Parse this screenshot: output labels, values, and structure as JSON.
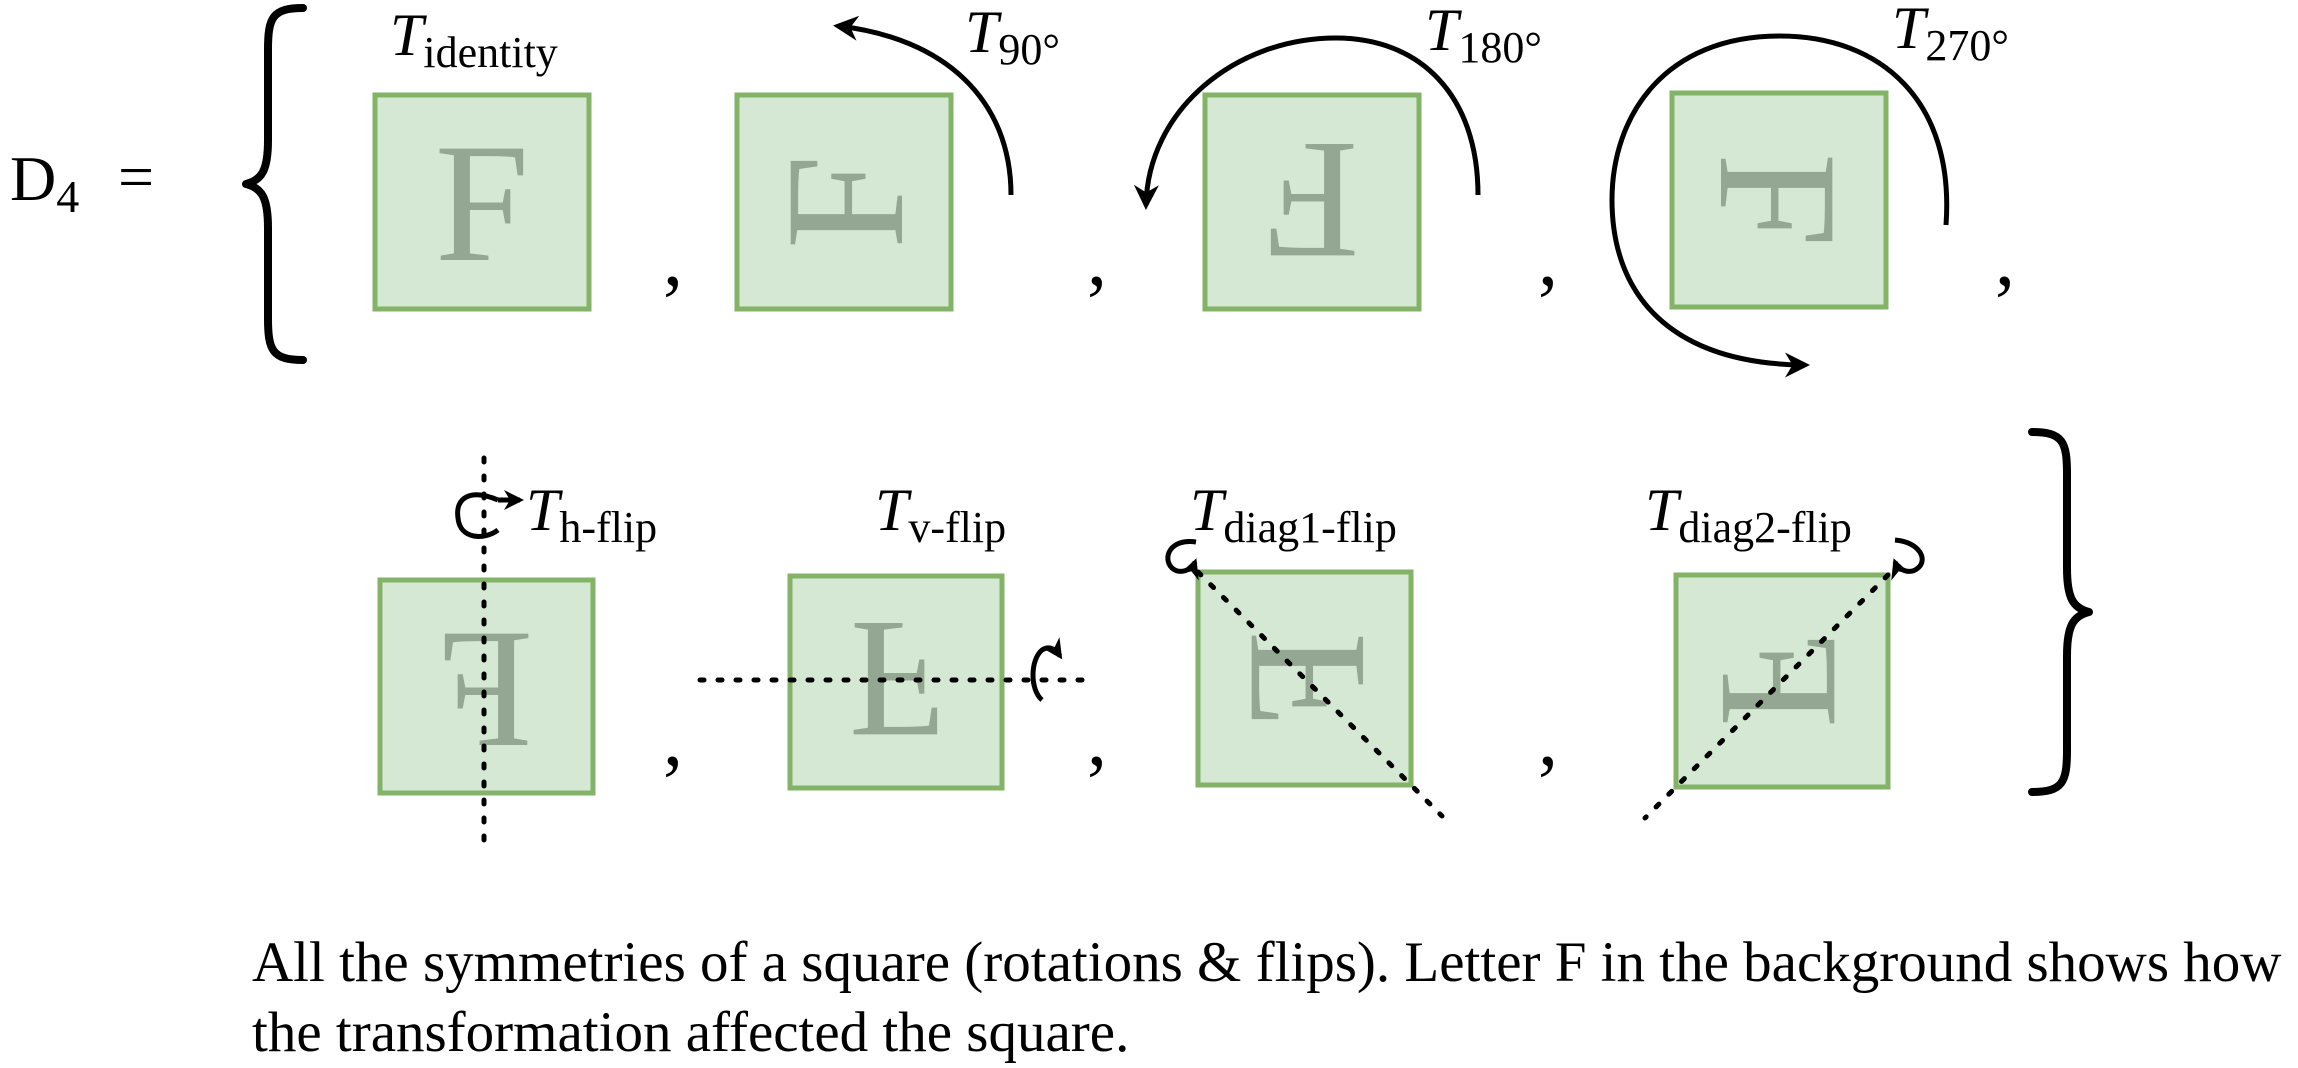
{
  "equation": {
    "lhs": "D",
    "lhs_sub": "4",
    "equals": "=",
    "separator": ","
  },
  "letter": "F",
  "rotations": [
    {
      "symbol": "T",
      "sub": "identity",
      "letter_transform": "identity"
    },
    {
      "symbol": "T",
      "sub": "90°",
      "letter_transform": "rotate-90-ccw"
    },
    {
      "symbol": "T",
      "sub": "180°",
      "letter_transform": "rotate-180"
    },
    {
      "symbol": "T",
      "sub": "270°",
      "letter_transform": "rotate-270-ccw"
    }
  ],
  "flips": [
    {
      "symbol": "T",
      "sub": "h-flip",
      "letter_transform": "mirror-horizontal",
      "axis": "vertical"
    },
    {
      "symbol": "T",
      "sub": "v-flip",
      "letter_transform": "mirror-vertical",
      "axis": "horizontal"
    },
    {
      "symbol": "T",
      "sub": "diag1-flip",
      "letter_transform": "mirror-main-diagonal",
      "axis": "main-diagonal"
    },
    {
      "symbol": "T",
      "sub": "diag2-flip",
      "letter_transform": "mirror-anti-diagonal",
      "axis": "anti-diagonal"
    }
  ],
  "colors": {
    "square_fill": "#d5e8d4",
    "square_stroke": "#82b366",
    "letter": "#93a792",
    "ink": "#000000"
  },
  "caption": "All the symmetries of a square (rotations & flips). Letter F in the background shows how the transformation affected the square."
}
